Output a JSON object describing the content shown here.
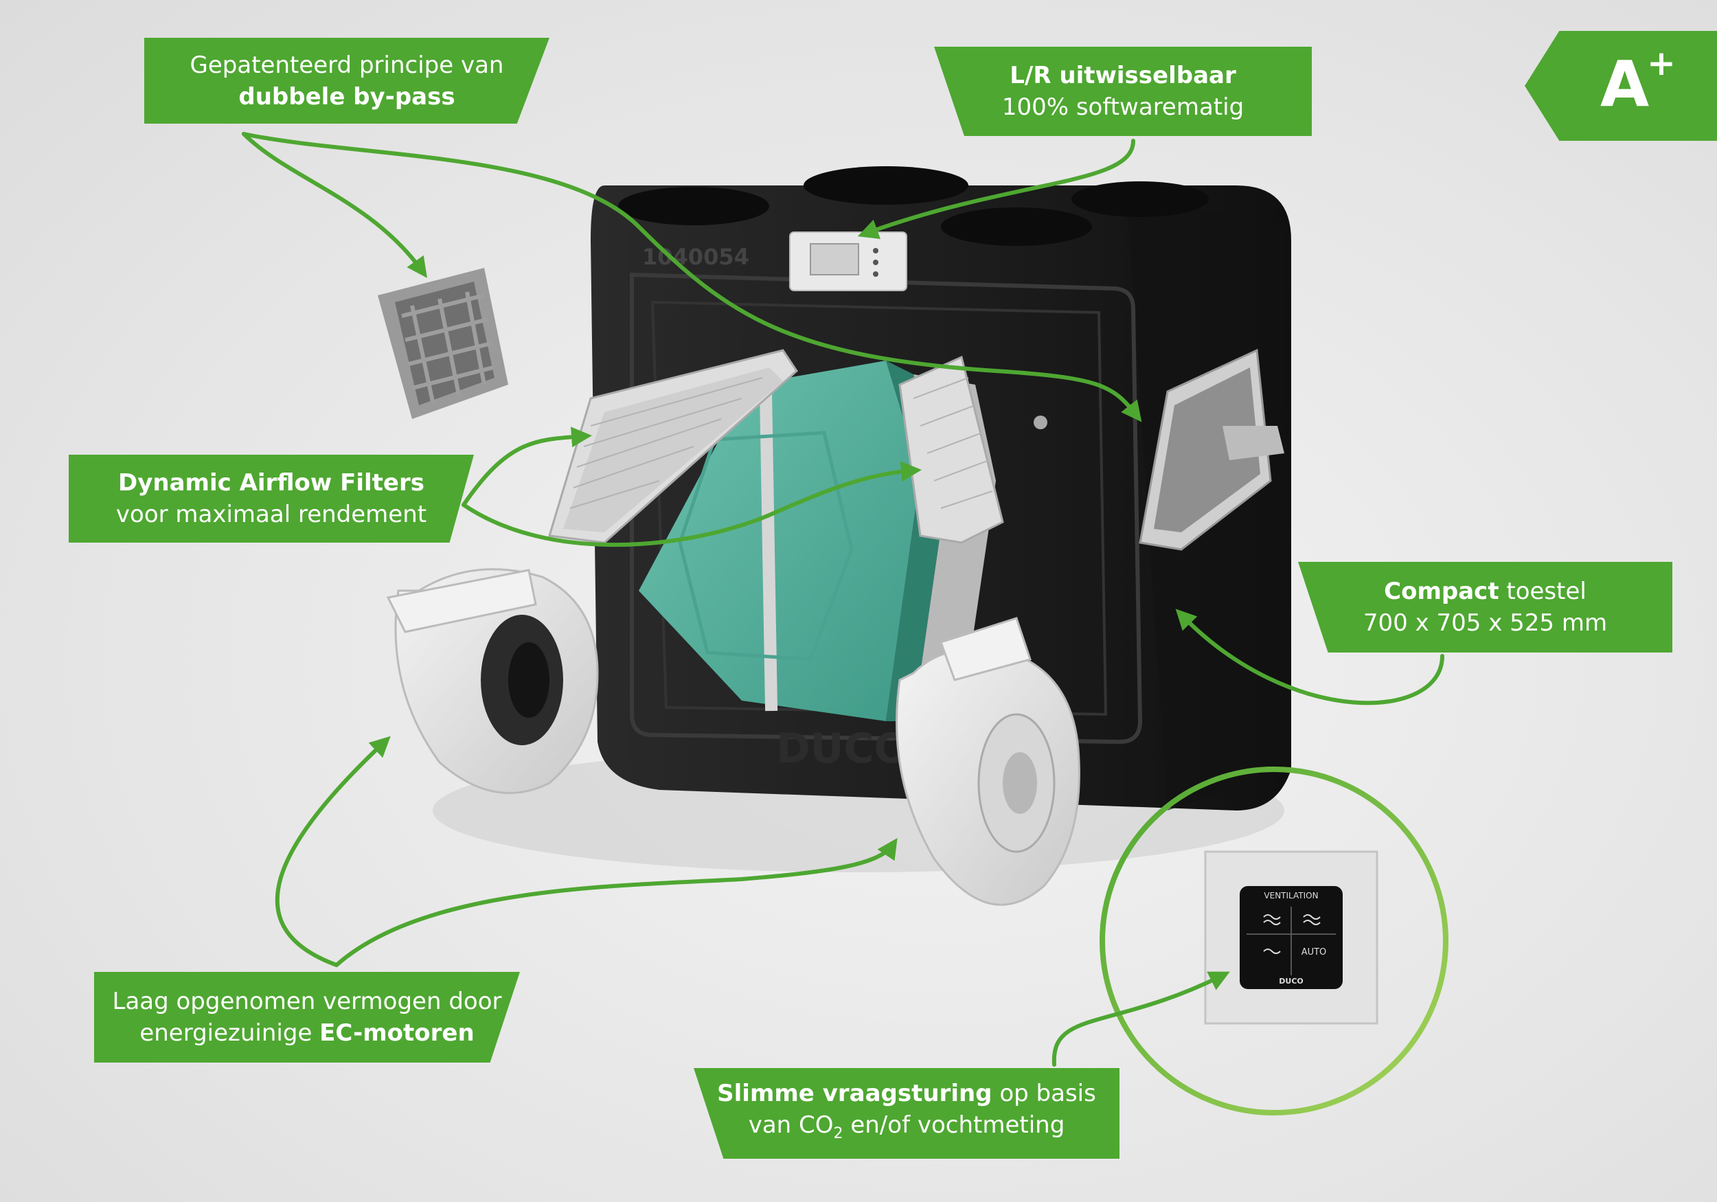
{
  "callouts": {
    "bypass": {
      "line1": "Gepatenteerd principe van",
      "line2": "dubbele by-pass"
    },
    "lr": {
      "line1": "L/R uitwisselbaar",
      "line2": "100% softwarematig"
    },
    "filters": {
      "line1": "Dynamic Airflow Filters",
      "line2": "voor maximaal rendement"
    },
    "compact": {
      "bold": "Compact",
      "rest": " toestel",
      "line2": "700 x 705 x 525 mm"
    },
    "motors": {
      "line1": "Laag opgenomen vermogen door",
      "line2_prefix": "energiezuinige ",
      "line2_bold": "EC-motoren"
    },
    "control": {
      "bold": "Slimme vraagsturing",
      "rest": " op basis",
      "line2_a": "van CO",
      "line2_sub": "2",
      "line2_b": " en/of vochtmeting"
    }
  },
  "energy_label": {
    "letter": "A",
    "sup": "+"
  },
  "device": {
    "serial": "1040054",
    "brand": "DUCO"
  },
  "panel": {
    "title": "VENTILATION",
    "auto": "AUTO",
    "brand": "DUCO"
  },
  "colors": {
    "accent": "#4ea731",
    "body": "#1e1e1e",
    "exchanger": "#5db3a0"
  }
}
